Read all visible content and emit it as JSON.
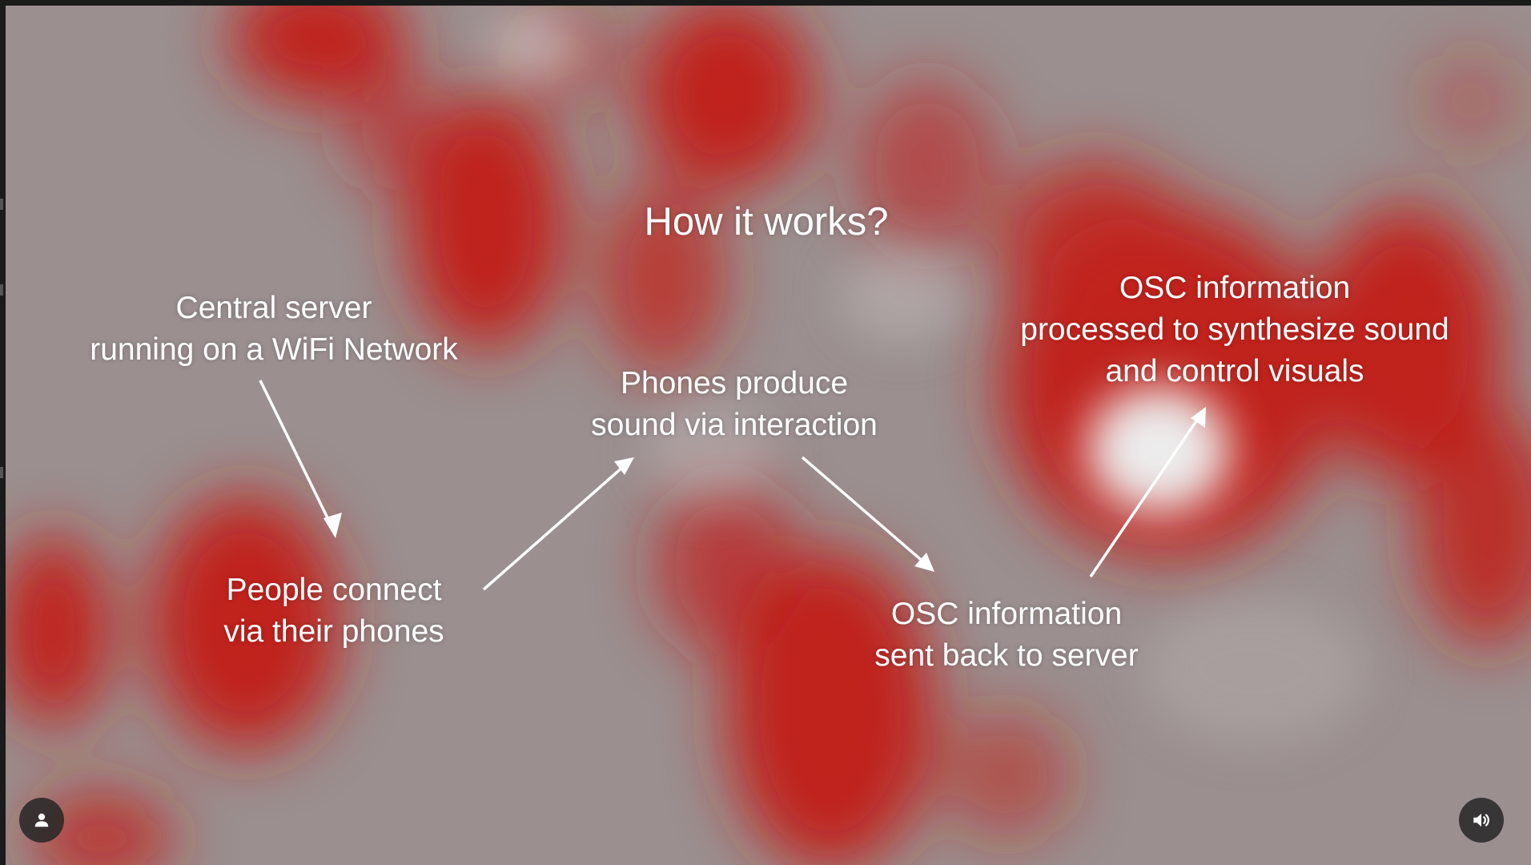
{
  "slide": {
    "title": "How it works?",
    "steps": [
      {
        "lines": [
          "Central server",
          "running on a WiFi Network"
        ]
      },
      {
        "lines": [
          "People connect",
          "via their phones"
        ]
      },
      {
        "lines": [
          "Phones produce",
          "sound via interaction"
        ]
      },
      {
        "lines": [
          "OSC information",
          "sent back to server"
        ]
      },
      {
        "lines": [
          "OSC information",
          "processed to synthesize sound",
          "and control visuals"
        ]
      }
    ]
  },
  "controls": {
    "user_icon": "user-icon",
    "sound_icon": "speaker-icon"
  },
  "colors": {
    "background": "#9b8f8f",
    "blob_red": "#c0201a",
    "text": "#ffffff",
    "button": "#262626"
  }
}
